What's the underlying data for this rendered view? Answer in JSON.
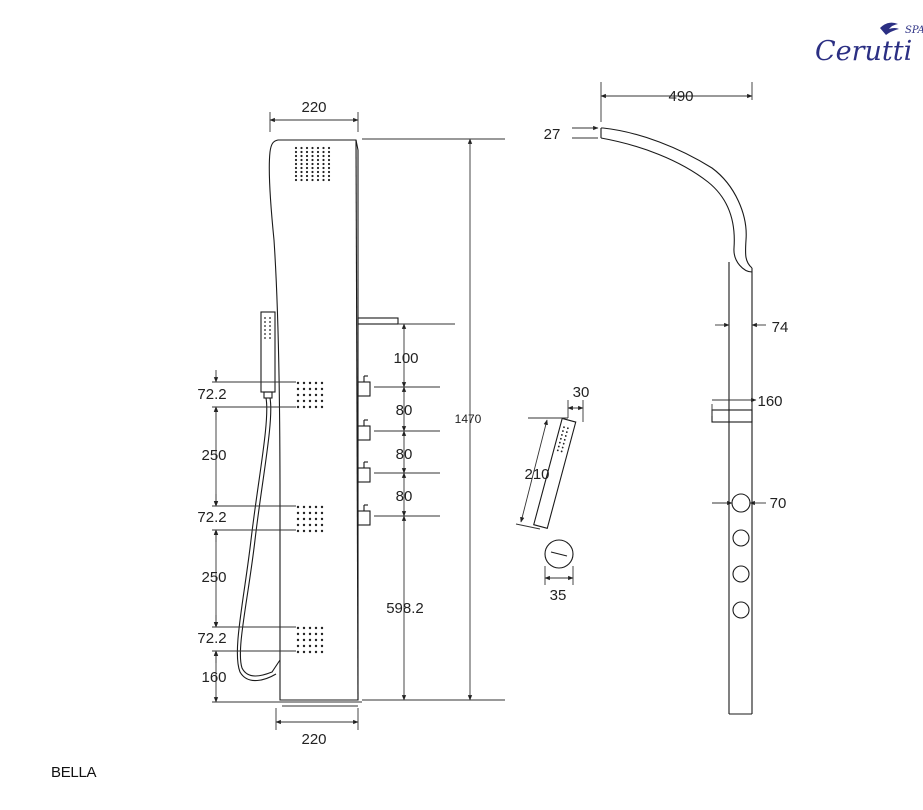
{
  "brand": {
    "name": "Cerutti",
    "suffix": "SPA",
    "color": "#2b2f83"
  },
  "model_name": "BELLA",
  "dimensions": {
    "front_top_width": "220",
    "front_bottom_width": "220",
    "total_height": "1470",
    "jet_height_1": "72.2",
    "jet_height_2": "72.2",
    "jet_height_3": "72.2",
    "jet_gap_1": "250",
    "jet_gap_2": "250",
    "bottom_offset": "160",
    "valve_spacing_top": "100",
    "valve_spacing_1": "80",
    "valve_spacing_2": "80",
    "valve_spacing_3": "80",
    "valve_to_floor": "598.2",
    "handshower_length": "210",
    "handshower_width": "30",
    "handshower_holder": "35",
    "side_reach": "490",
    "side_head_thickness": "27",
    "side_depth": "74",
    "side_holder": "160",
    "side_knob": "70"
  }
}
